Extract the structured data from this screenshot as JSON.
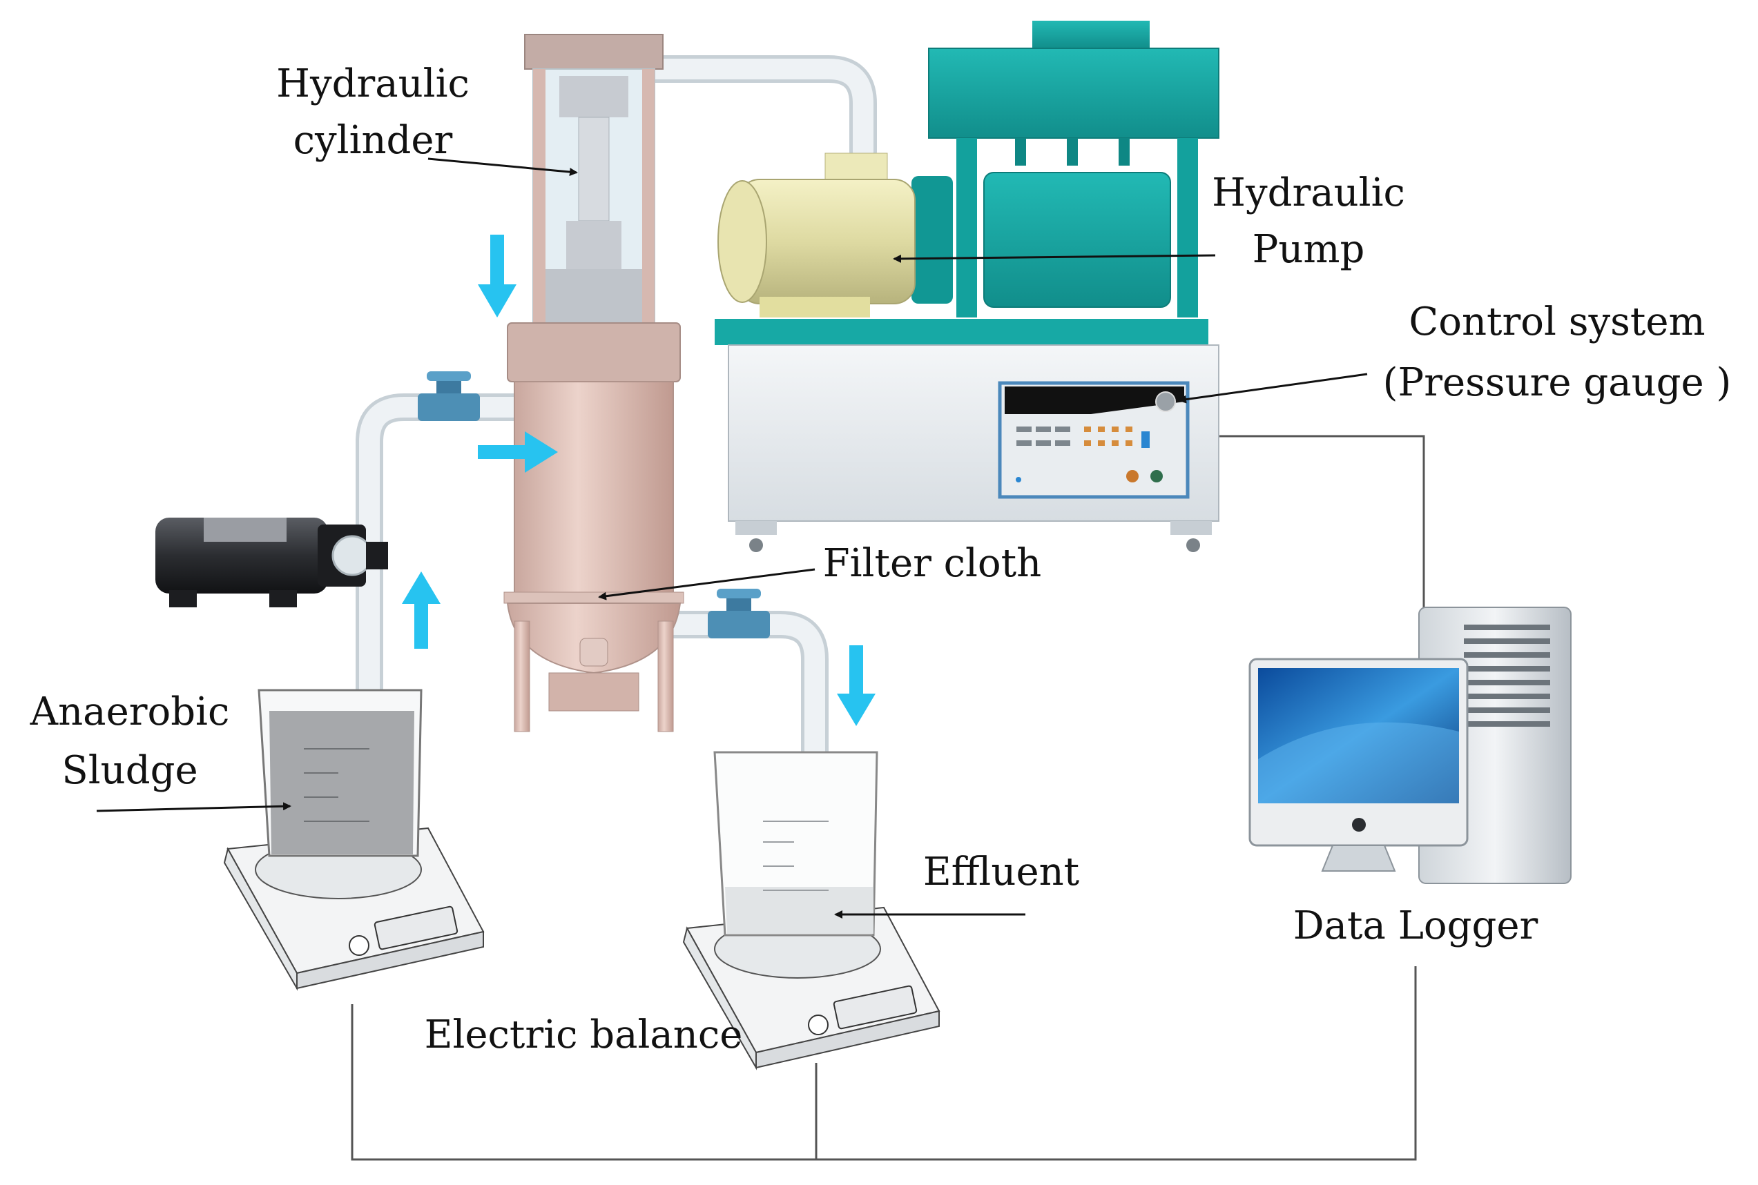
{
  "labels": {
    "hydraulic_cylinder_line1": "Hydraulic",
    "hydraulic_cylinder_line2": "cylinder",
    "hydraulic_pump_line1": "Hydraulic",
    "hydraulic_pump_line2": "Pump",
    "control_system_line1": "Control system",
    "control_system_line2": "(Pressure gauge )",
    "filter_cloth": "Filter cloth",
    "anaerobic_sludge_line1": "Anaerobic",
    "anaerobic_sludge_line2": "Sludge",
    "effluent": "Effluent",
    "data_logger": "Data Logger",
    "electric_balance": "Electric balance"
  },
  "colors": {
    "flow_arrow": "#27c3f0",
    "pump_teal": "#16a7a3",
    "vessel_pink": "#d9b7ae",
    "valve_blue": "#4d8fb5",
    "pipe": "#e3eaee",
    "label_arrow": "#111111"
  },
  "icons": [
    "hydraulic-cylinder-icon",
    "hydraulic-pump-icon",
    "motor-icon",
    "control-panel-icon",
    "filter-press-vessel-icon",
    "feed-pump-icon",
    "valve-icon",
    "beaker-icon",
    "electric-balance-icon",
    "computer-monitor-icon",
    "computer-tower-icon",
    "flow-arrow-icon"
  ]
}
